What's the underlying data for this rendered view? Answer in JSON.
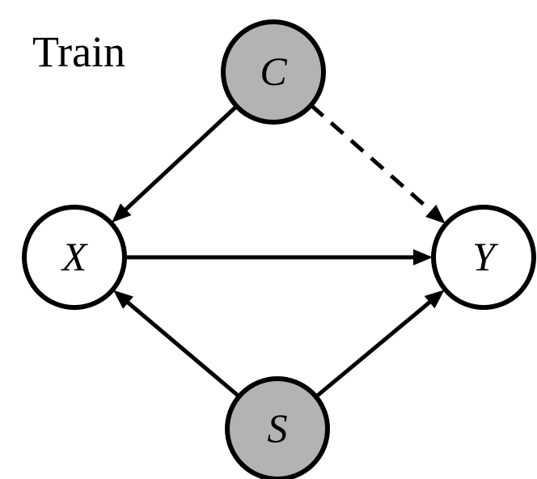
{
  "title": "Train",
  "colors": {
    "observed_fill": "#ffffff",
    "latent_fill": "#b3b3b3",
    "stroke": "#000000"
  },
  "nodes": [
    {
      "id": "C",
      "label": "C",
      "shaded": true
    },
    {
      "id": "X",
      "label": "X",
      "shaded": false
    },
    {
      "id": "Y",
      "label": "Y",
      "shaded": false
    },
    {
      "id": "S",
      "label": "S",
      "shaded": true
    }
  ],
  "edges": [
    {
      "from": "C",
      "to": "X",
      "style": "solid"
    },
    {
      "from": "C",
      "to": "Y",
      "style": "dashed"
    },
    {
      "from": "X",
      "to": "Y",
      "style": "solid"
    },
    {
      "from": "S",
      "to": "X",
      "style": "solid"
    },
    {
      "from": "S",
      "to": "Y",
      "style": "solid"
    }
  ]
}
